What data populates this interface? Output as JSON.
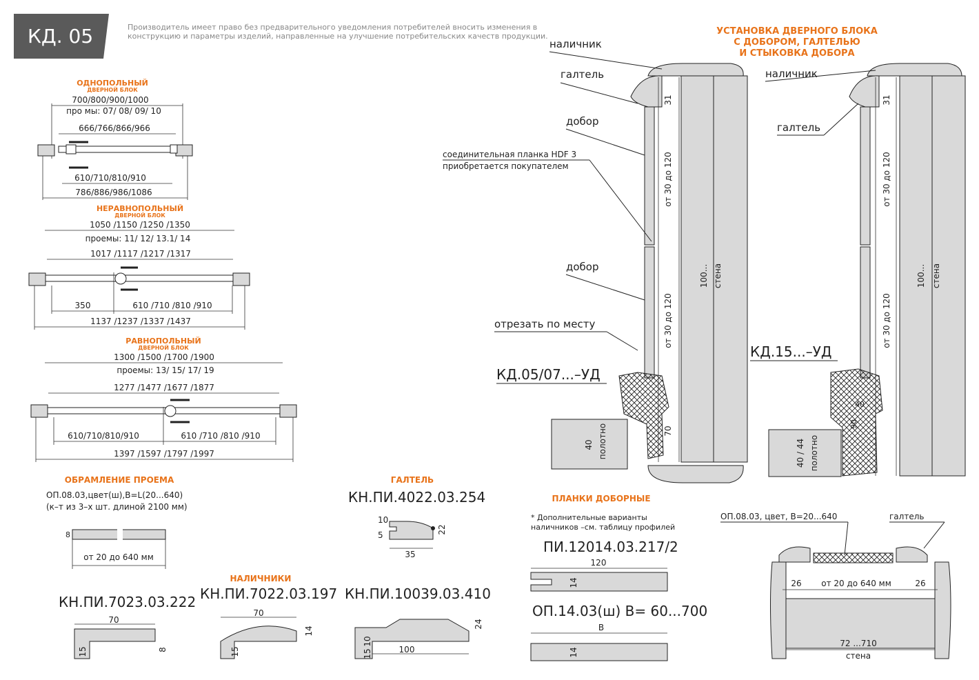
{
  "header": {
    "model": "КД. 05",
    "notice_line1": "Производитель имеет право без предварительного уведомления потребителей вносить изменения в",
    "notice_line2": "конструкцию и параметры изделий, направленные на улучшение потребительских качеств продукции."
  },
  "single": {
    "title": "ОДНОПОЛЬНЫЙ",
    "subtitle": "ДВЕРНОЙ БЛОК",
    "d1": "700/800/900/1000",
    "d2": "про мы: 07/ 08/ 09/ 10",
    "d3": "666/766/866/966",
    "d4": "610/710/810/910",
    "d5": "786/886/986/1086"
  },
  "unequal": {
    "title": "НЕРАВНОПОЛЬНЫЙ",
    "subtitle": "ДВЕРНОЙ БЛОК",
    "d1": "1050 /1150 /1250 /1350",
    "d2": "проемы: 11/ 12/ 13.1/ 14",
    "d3": "1017 /1117 /1217 /1317",
    "d4": "350",
    "d5": "610 /710 /810 /910",
    "d6": "1137 /1237 /1337 /1437"
  },
  "equal": {
    "title": "РАВНОПОЛЬНЫЙ",
    "subtitle": "ДВЕРНОЙ БЛОК",
    "d1": "1300 /1500 /1700 /1900",
    "d2": "проемы: 13/ 15/ 17/ 19",
    "d3": "1277 /1477 /1677 /1877",
    "d4": "610/710/810/910",
    "d5": "610 /710 /810 /910",
    "d6": "1397 /1597 /1797 /1997"
  },
  "framing": {
    "title": "ОБРАМЛЕНИЕ ПРОЕМА",
    "line1": "ОП.08.03,цвет(ш),B=L(20...640)",
    "line2": "(к–т из 3–х шт. длиной 2100 мм)",
    "d8": "8",
    "range": "от 20 до 640 мм"
  },
  "galtel": {
    "title": "ГАЛТЕЛЬ",
    "code": "КН.ПИ.4022.03.254",
    "d10": "10",
    "d5": "5",
    "d22": "22",
    "d35": "35"
  },
  "casings": {
    "title": "НАЛИЧНИКИ",
    "c1": {
      "code": "КН.ПИ.7023.03.222",
      "w": "70",
      "h": "15",
      "d": "8"
    },
    "c2": {
      "code": "КН.ПИ.7022.03.197",
      "w": "70",
      "h": "15",
      "d": "14"
    },
    "c3": {
      "code": "КН.ПИ.10039.03.410",
      "w": "100",
      "h": "15",
      "d10": "10",
      "d24": "24"
    }
  },
  "extension": {
    "title": "ПЛАНКИ ДОБОРНЫЕ",
    "note1": "* Дополнительные варианты",
    "note2": "наличников –см. таблицу профилей",
    "p1": {
      "code": "ПИ.12014.03.217/2",
      "w": "120",
      "h": "14"
    },
    "p2": {
      "code": "ОП.14.03(ш) B= 60...700",
      "w": "B",
      "h": "14"
    }
  },
  "install": {
    "title1": "УСТАНОВКА ДВЕРНОГО БЛОКА",
    "title2": "С ДОБОРОМ, ГАЛТЕЛЬЮ",
    "title3": "И СТЫКОВКА ДОБОРА",
    "nalichnik": "наличник",
    "galtel": "галтель",
    "dobor": "добор",
    "planka1": "соединительная планка HDF 3",
    "planka2": "приобретается покупателем",
    "dobor2": "добор",
    "cut": "отрезать по месту",
    "box1": "КД.05/07...–УД",
    "box2": "КД.15...–УД",
    "d31": "31",
    "d30_120": "от 30 до 120",
    "d100": "100...",
    "wall": "стена",
    "d70": "70",
    "d40": "40",
    "leaf": "полотно",
    "d40_44": "40 / 44",
    "d90": "90",
    "nalichnik2": "наличник",
    "galtel2": "галтель"
  },
  "section": {
    "label": "ОП.08.03, цвет, B=20...640",
    "galtel": "галтель",
    "d26a": "26",
    "range": "от 20 до 640 мм",
    "d26b": "26",
    "wall_range": "72 ...710",
    "wall": "стена"
  }
}
